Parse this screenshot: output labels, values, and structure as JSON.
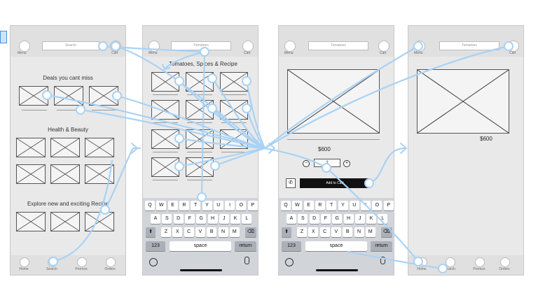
{
  "screen1": {
    "menu_label": "Menu",
    "search_placeholder": "Search",
    "cart_label": "Cart",
    "deals_heading": "Deals you cant miss",
    "health_heading": "Health & Beauty",
    "explore_heading": "Explore new and exciting Recipe",
    "nav": [
      "Home",
      "Search",
      "Promos",
      "Orders"
    ]
  },
  "screen2": {
    "menu_label": "Menu",
    "search_value": "Tomatoes",
    "cart_label": "Cart",
    "results_heading": "Tomatoes, Spices & Recipe",
    "keyboard_row1": [
      "Q",
      "W",
      "E",
      "R",
      "T",
      "Y",
      "U",
      "I",
      "O",
      "P"
    ],
    "keyboard_row2": [
      "A",
      "S",
      "D",
      "F",
      "G",
      "H",
      "J",
      "K",
      "L"
    ],
    "keyboard_row3": [
      "Z",
      "X",
      "C",
      "V",
      "B",
      "N",
      "M"
    ],
    "key_123": "123",
    "key_space": "space",
    "key_return": "return"
  },
  "screen3": {
    "menu_label": "Menu",
    "search_value": "Tomatoes",
    "cart_label": "Cart",
    "price": "$600",
    "quantity": "1",
    "add_to_cart": "Add to Cart",
    "keyboard_row1": [
      "Q",
      "W",
      "E",
      "R",
      "T",
      "Y",
      "U",
      "I",
      "O",
      "P"
    ],
    "keyboard_row2": [
      "A",
      "S",
      "D",
      "F",
      "G",
      "H",
      "J",
      "K",
      "L"
    ],
    "keyboard_row3": [
      "Z",
      "X",
      "C",
      "V",
      "B",
      "N",
      "M"
    ],
    "key_123": "123",
    "key_space": "space",
    "key_return": "return"
  },
  "screen4": {
    "menu_label": "Menu",
    "search_value": "Tomatoes",
    "cart_label": "Cart",
    "price": "$600",
    "nav": [
      "Home",
      "Search",
      "Promos",
      "Orders"
    ]
  },
  "colors": {
    "flow_line": "#a9d2f5",
    "hotspot": "#a9d2f5"
  }
}
